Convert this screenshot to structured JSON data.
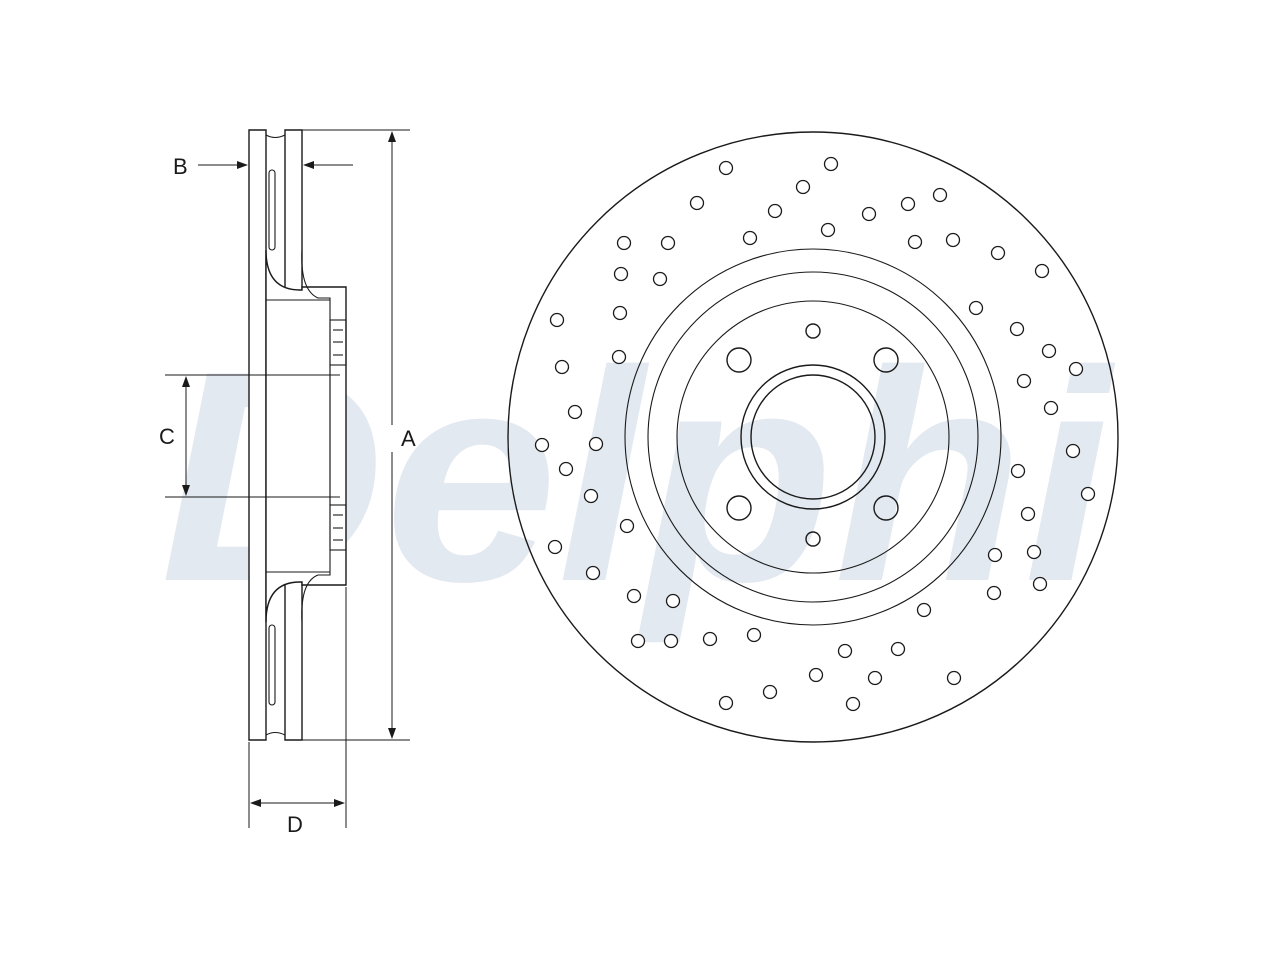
{
  "watermark": {
    "text": "Delphi"
  },
  "dimension_labels": {
    "a": "A",
    "b": "B",
    "c": "C",
    "d": "D"
  },
  "colors": {
    "line": "#1a1a1a",
    "watermark": "#e3e9f1",
    "background": "#ffffff"
  }
}
